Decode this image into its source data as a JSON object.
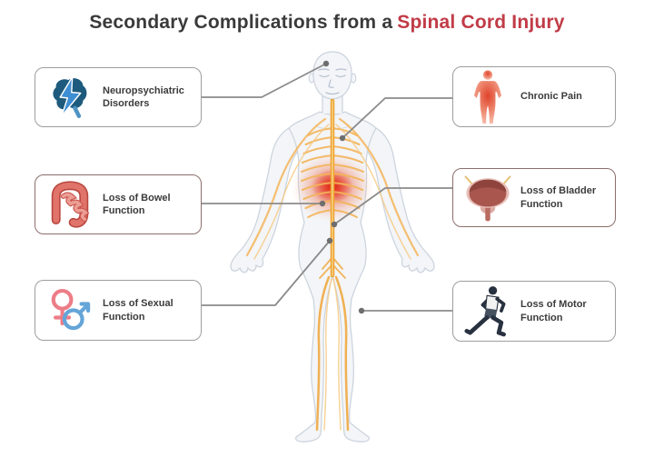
{
  "title": {
    "prefix": "Secondary Complications from a",
    "highlight": "Spinal Cord Injury"
  },
  "boxes": {
    "left": [
      {
        "label": "Neuropsychiatric Disorders",
        "icon": "brain-lightning-icon"
      },
      {
        "label": "Loss of Bowel Function",
        "icon": "intestines-icon"
      },
      {
        "label": "Loss of Sexual Function",
        "icon": "gender-symbols-icon"
      }
    ],
    "right": [
      {
        "label": "Chronic Pain",
        "icon": "pain-body-icon"
      },
      {
        "label": "Loss of Bladder Function",
        "icon": "bladder-icon"
      },
      {
        "label": "Loss of Motor Function",
        "icon": "running-person-icon"
      }
    ]
  },
  "figure": {
    "name": "human body with nervous system and lumbar injury glow"
  },
  "colors": {
    "title_text": "#3a3a3a",
    "title_accent_red": "#c13b47",
    "box_border_gray": "#9d9d9d",
    "box_border_warm": "#8c6f6b",
    "connector_line": "#8b8b8b",
    "nerve_orange": "#efa433",
    "injury_glow_red": "#e7341f",
    "body_outline": "#cad2dc",
    "brain_blue": "#1d5a7d",
    "bolt_blue": "#3e8ed4",
    "intestine_red": "#d8625a",
    "female_pink": "#ec7d87",
    "male_blue": "#64a5d8",
    "bladder_red": "#a9564e",
    "runner_dark": "#28313f"
  }
}
